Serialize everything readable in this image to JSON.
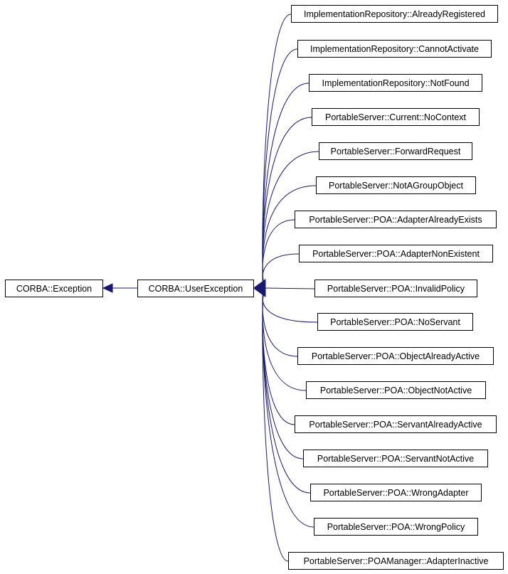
{
  "colors": {
    "edge": "#191970",
    "arrowhead": "#191970",
    "node_border": "#000000",
    "node_fill": "#ffffff",
    "background": "#ffffff"
  },
  "nodes": {
    "base": "CORBA::Exception",
    "user_exception": "CORBA::UserException",
    "derived": [
      "ImplementationRepository::AlreadyRegistered",
      "ImplementationRepository::CannotActivate",
      "ImplementationRepository::NotFound",
      "PortableServer::Current::NoContext",
      "PortableServer::ForwardRequest",
      "PortableServer::NotAGroupObject",
      "PortableServer::POA::AdapterAlreadyExists",
      "PortableServer::POA::AdapterNonExistent",
      "PortableServer::POA::InvalidPolicy",
      "PortableServer::POA::NoServant",
      "PortableServer::POA::ObjectAlreadyActive",
      "PortableServer::POA::ObjectNotActive",
      "PortableServer::POA::ServantAlreadyActive",
      "PortableServer::POA::ServantNotActive",
      "PortableServer::POA::WrongAdapter",
      "PortableServer::POA::WrongPolicy",
      "PortableServer::POAManager::AdapterInactive"
    ]
  },
  "edges": [
    {
      "from": "CORBA::UserException",
      "to": "CORBA::Exception"
    },
    {
      "from": "ImplementationRepository::AlreadyRegistered",
      "to": "CORBA::UserException"
    },
    {
      "from": "ImplementationRepository::CannotActivate",
      "to": "CORBA::UserException"
    },
    {
      "from": "ImplementationRepository::NotFound",
      "to": "CORBA::UserException"
    },
    {
      "from": "PortableServer::Current::NoContext",
      "to": "CORBA::UserException"
    },
    {
      "from": "PortableServer::ForwardRequest",
      "to": "CORBA::UserException"
    },
    {
      "from": "PortableServer::NotAGroupObject",
      "to": "CORBA::UserException"
    },
    {
      "from": "PortableServer::POA::AdapterAlreadyExists",
      "to": "CORBA::UserException"
    },
    {
      "from": "PortableServer::POA::AdapterNonExistent",
      "to": "CORBA::UserException"
    },
    {
      "from": "PortableServer::POA::InvalidPolicy",
      "to": "CORBA::UserException"
    },
    {
      "from": "PortableServer::POA::NoServant",
      "to": "CORBA::UserException"
    },
    {
      "from": "PortableServer::POA::ObjectAlreadyActive",
      "to": "CORBA::UserException"
    },
    {
      "from": "PortableServer::POA::ObjectNotActive",
      "to": "CORBA::UserException"
    },
    {
      "from": "PortableServer::POA::ServantAlreadyActive",
      "to": "CORBA::UserException"
    },
    {
      "from": "PortableServer::POA::ServantNotActive",
      "to": "CORBA::UserException"
    },
    {
      "from": "PortableServer::POA::WrongAdapter",
      "to": "CORBA::UserException"
    },
    {
      "from": "PortableServer::POA::WrongPolicy",
      "to": "CORBA::UserException"
    },
    {
      "from": "PortableServer::POAManager::AdapterInactive",
      "to": "CORBA::UserException"
    }
  ]
}
